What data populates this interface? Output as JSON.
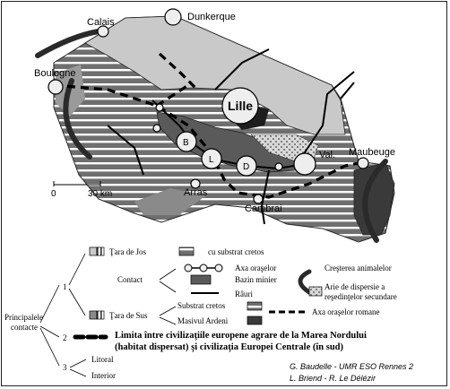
{
  "map": {
    "cities": {
      "dunkerque": "Dunkerque",
      "calais": "Calais",
      "boulogne": "Boulogne",
      "lille": "Lille",
      "b": "B",
      "l": "L",
      "d": "D",
      "val": "Val.",
      "maubeuge": "Maubeuge",
      "arras": "Arras",
      "cambrai": "Cambrai"
    },
    "scale": {
      "zero": "0",
      "distance": "30 km"
    }
  },
  "legend": {
    "tara_de_jos": "Ţara de Jos",
    "cu_substrat": "cu substrat cretos",
    "contact_number": "1",
    "contact": "Contact",
    "axa_oraselor": "Axa oraşelor",
    "bazin_minier": "Bazin minier",
    "rauri": "Râuri",
    "crestere": "Creşterea animalelor",
    "arie_line1": "Arie de dispersie a",
    "arie_line2": "reşedinţelor secundare",
    "tara_de_sus": "Ţara de Sus",
    "substrat_cretos": "Substrat cretos",
    "masivul": "Masivul Ardeni",
    "axa_romane": "Axa oraşelor romane",
    "principalele_1": "Principalele",
    "principalele_2": "contacte",
    "limita_number": "2",
    "limita_line1": "Limita între civilizaţiile europene agrare de la Marea Nordului",
    "limita_line2": "(habitat dispersat) şi civilizaţia Europei Centrale (în sud)",
    "litoral_number": "3",
    "litoral": "Litoral",
    "interior": "Interior"
  },
  "credits": {
    "line1": "G. Baudelle - UMR ESO Rennes 2",
    "line2": "L. Briend  - R. Le Délézir"
  }
}
